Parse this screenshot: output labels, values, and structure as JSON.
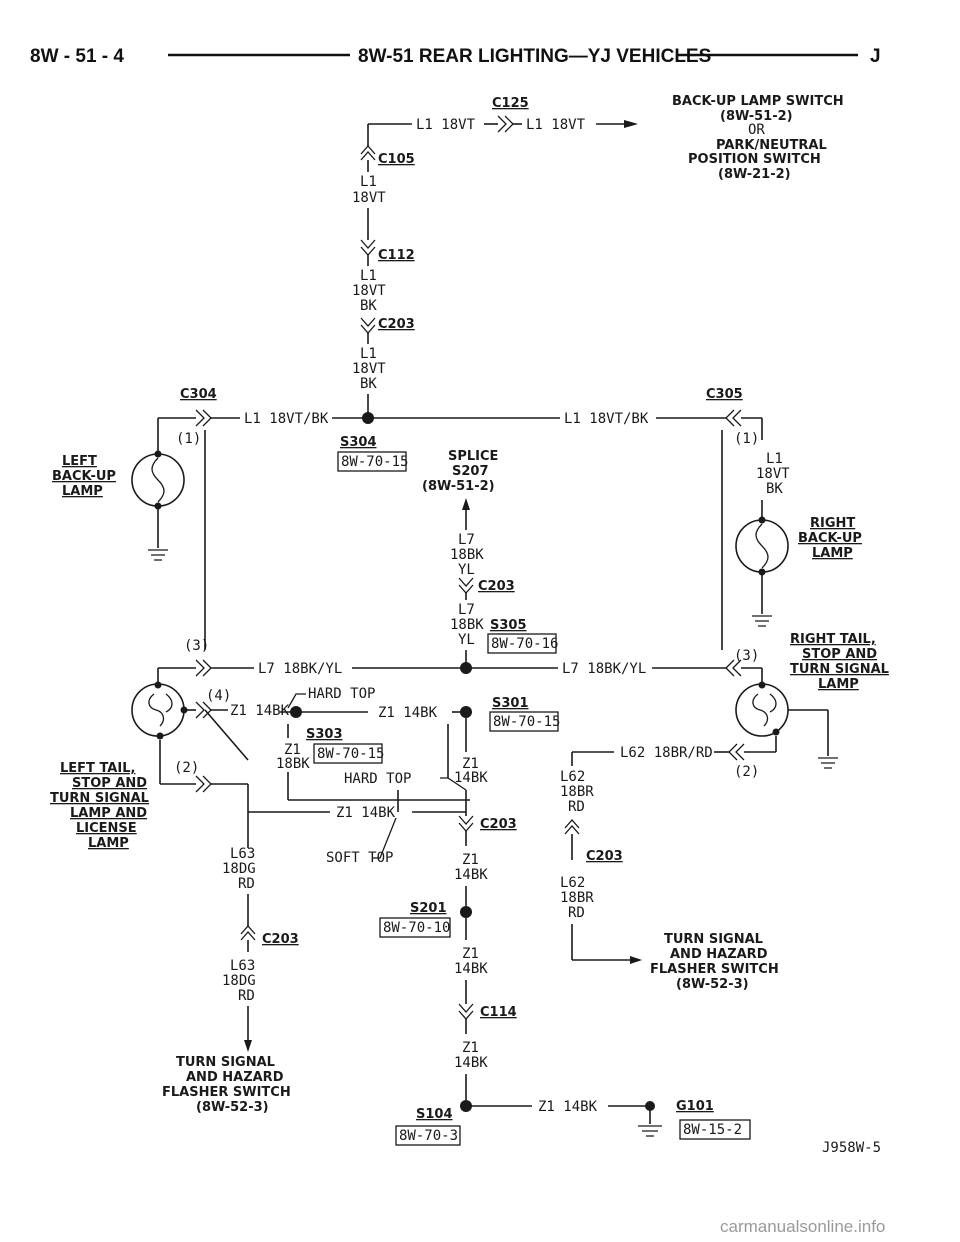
{
  "header": {
    "left": "8W - 51 - 4",
    "title": "8W-51 REAR LIGHTING—YJ VEHICLES",
    "right": "J"
  },
  "connectors": {
    "c125": "C125",
    "c105": "C105",
    "c112": "C112",
    "c203": "C203",
    "c304": "C304",
    "c305": "C305",
    "c114": "C114"
  },
  "splices": {
    "s304": "S304",
    "s305": "S305",
    "s301": "S301",
    "s303": "S303",
    "s201": "S201",
    "s104": "S104",
    "g101": "G101"
  },
  "refs": {
    "r_8w_70_15": "8W-70-15",
    "r_8w_70_16": "8W-70-16",
    "r_8w_70_10": "8W-70-10",
    "r_8w_70_3": "8W-70-3",
    "r_8w_15_2": "8W-15-2"
  },
  "wires": {
    "l1": "L1",
    "l1_18vt": "L1 18VT",
    "l1_18vt_bk": "L1 18VT/BK",
    "g18vt": "18VT",
    "bk": "BK",
    "l7": "L7",
    "g18bk": "18BK",
    "yl": "YL",
    "l7_18bk_yl": "L7 18BK/YL",
    "z1": "Z1",
    "z1_14bk": "Z1 14BK",
    "g14bk": "14BK",
    "l62_18br_rd": "L62 18BR/RD",
    "l62": "L62",
    "g18br": "18BR",
    "rd": "RD",
    "l63": "L63",
    "g18dg": "18DG",
    "hard_top": "HARD TOP",
    "soft_top": "SOFT TOP"
  },
  "pins": {
    "p1": "(1)",
    "p2": "(2)",
    "p3": "(3)",
    "p4": "(4)"
  },
  "components": {
    "backup_switch": [
      "BACK-UP LAMP SWITCH",
      "(8W-51-2)",
      "OR",
      "PARK/NEUTRAL",
      "POSITION SWITCH",
      "(8W-21-2)"
    ],
    "splice_s207": [
      "SPLICE",
      "S207",
      "(8W-51-2)"
    ],
    "left_backup_lamp": [
      "LEFT",
      "BACK-UP",
      "LAMP"
    ],
    "right_backup_lamp": [
      "RIGHT",
      "BACK-UP",
      "LAMP"
    ],
    "right_tail_lamp": [
      "RIGHT TAIL,",
      "STOP AND",
      "TURN SIGNAL",
      "LAMP"
    ],
    "left_tail_lamp": [
      "LEFT TAIL,",
      "STOP AND",
      "TURN SIGNAL",
      "LAMP AND",
      "LICENSE",
      "LAMP"
    ],
    "turn_hazard_right": [
      "TURN SIGNAL",
      "AND HAZARD",
      "FLASHER SWITCH",
      "(8W-52-3)"
    ],
    "turn_hazard_left": [
      "TURN SIGNAL",
      "AND HAZARD",
      "FLASHER SWITCH",
      "(8W-52-3)"
    ]
  },
  "figure_id": "J958W-5",
  "watermark": "carmanualsonline.info"
}
